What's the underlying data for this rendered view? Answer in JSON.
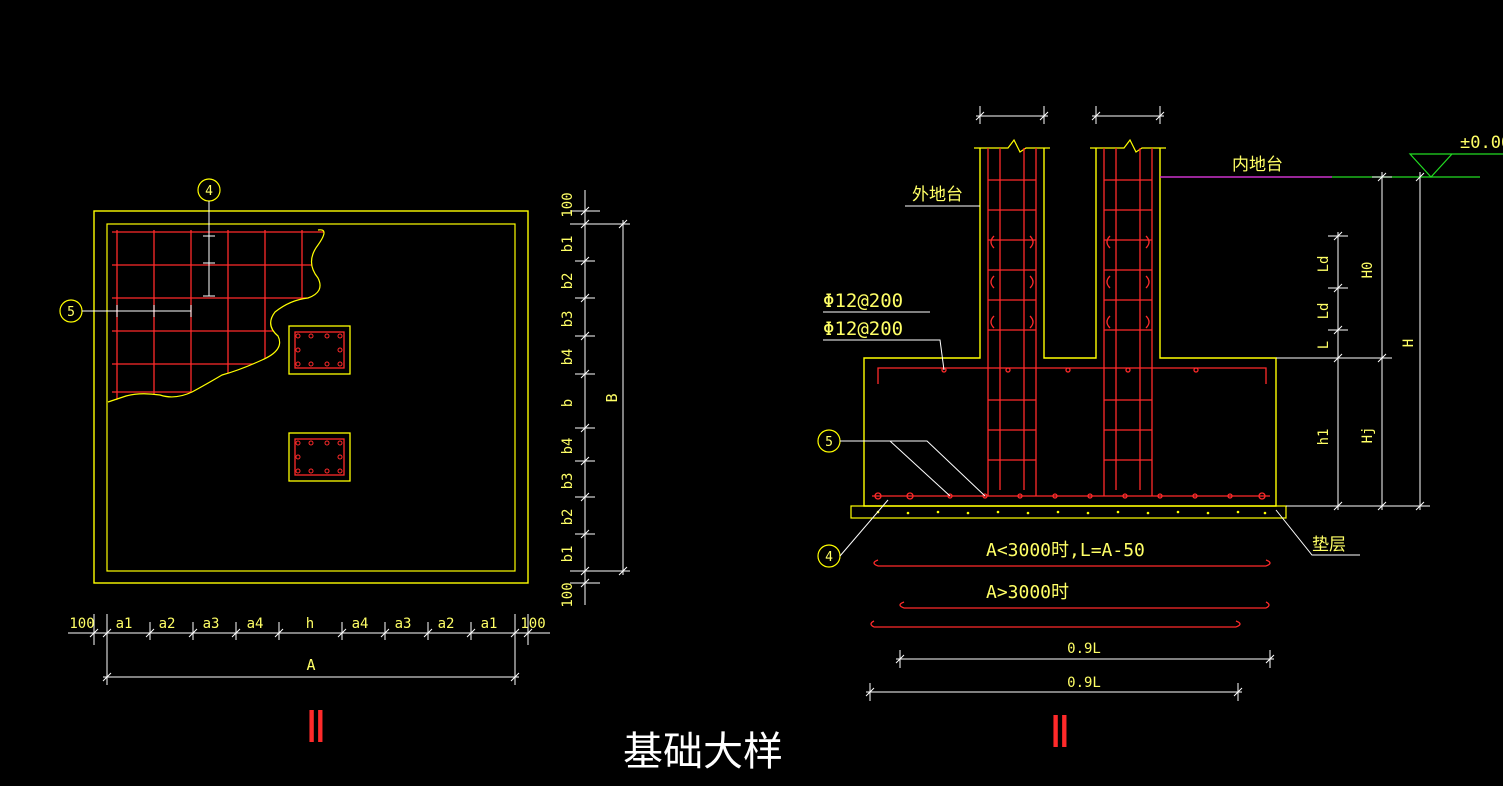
{
  "colors": {
    "background": "#000000",
    "outline": "#ffff00",
    "rebar": "#ff2a2a",
    "dimension": "#ffffff",
    "text": "#ffff66",
    "ground_inner": "#cc33cc",
    "ground_mark": "#22dd22"
  },
  "title": "基础大样",
  "plan": {
    "section_mark": "Ⅱ",
    "callout_4": "4",
    "callout_5": "5",
    "bottom_dims": [
      "100",
      "a1",
      "a2",
      "a3",
      "a4",
      "h",
      "a4",
      "a3",
      "a2",
      "a1",
      "100"
    ],
    "overall_width_label": "A",
    "right_dims": [
      "100",
      "b1",
      "b2",
      "b3",
      "b4",
      "b",
      "b4",
      "b3",
      "b2",
      "b1",
      "100"
    ],
    "overall_height_label": "B"
  },
  "section": {
    "section_mark": "Ⅱ",
    "elevation_label": "±0.00",
    "inner_ground_label": "内地台",
    "outer_ground_label": "外地台",
    "rebar_note_1": "Φ12@200",
    "rebar_note_2": "Φ12@200",
    "callout_5": "5",
    "callout_4": "4",
    "cushion_label": "垫层",
    "bar_note_1": "A<3000时,L=A-50",
    "bar_note_2": "A>3000时",
    "dim_09L_1": "0.9L",
    "dim_09L_2": "0.9L",
    "vdim_Ld_1": "Ld",
    "vdim_Ld_2": "Ld",
    "vdim_L": "L",
    "vdim_h1": "h1",
    "vdim_H0": "H0",
    "vdim_Hj": "Hj",
    "vdim_H": "H"
  }
}
